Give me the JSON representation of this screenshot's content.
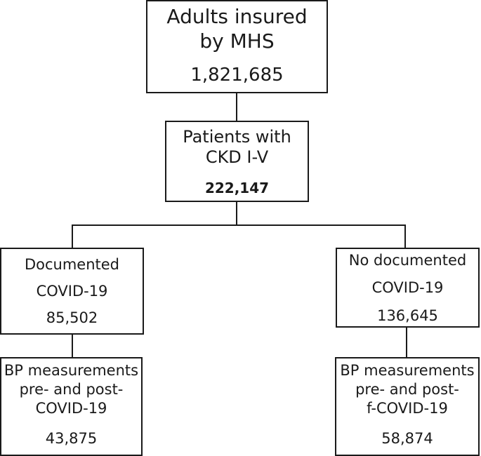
{
  "flowchart": {
    "root": {
      "line1": "Adults insured",
      "line2": "by MHS",
      "count": "1,821,685"
    },
    "ckd": {
      "line1": "Patients with",
      "line2": "CKD I-V",
      "count": "222,147"
    },
    "documented": {
      "line1": "Documented",
      "line2": "COVID-19",
      "count": "85,502"
    },
    "no_documented": {
      "line1": "No documented",
      "line2": "COVID-19",
      "count": "136,645"
    },
    "bp_documented": {
      "line1": "BP measurements",
      "line2": "pre- and post-",
      "line3": "COVID-19",
      "count": "43,875"
    },
    "bp_no_documented": {
      "line1": "BP measurements",
      "line2": "pre- and post-",
      "line3": "f-COVID-19",
      "count": "58,874"
    }
  },
  "colors": {
    "line": "#1a1a1a",
    "background": "#ffffff"
  }
}
